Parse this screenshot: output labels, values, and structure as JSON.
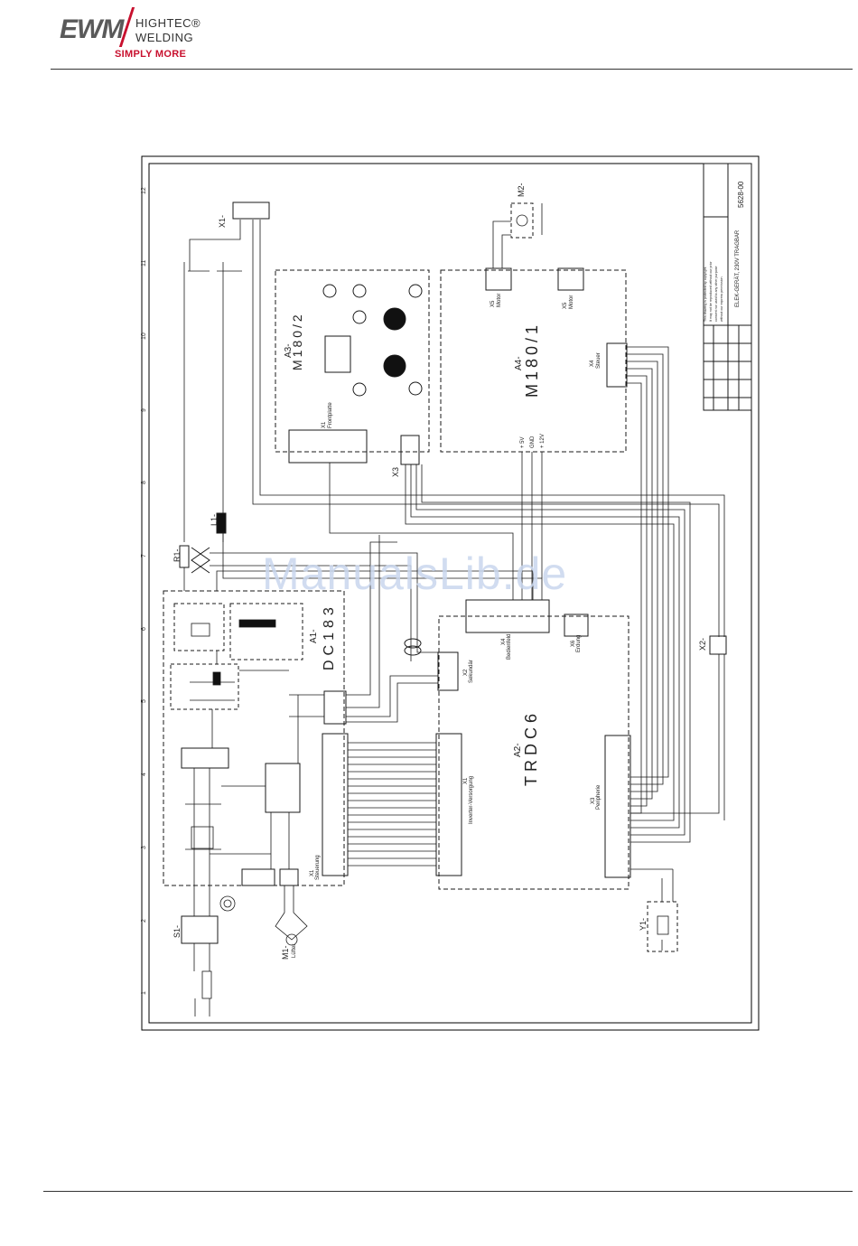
{
  "header": {
    "brand": "EWM",
    "line1": "HIGHTEC®",
    "line2": "WELDING",
    "tagline": "SIMPLY MORE",
    "brand_color": "#c8102e"
  },
  "watermark": "ManualsLib.de",
  "grid_numbers": [
    "1",
    "2",
    "3",
    "4",
    "5",
    "6",
    "7",
    "8",
    "9",
    "10",
    "11",
    "12"
  ],
  "components": {
    "x1": "X1-",
    "m2": "M2-",
    "a3": "A3-",
    "a3_name": "M180/2",
    "a3_x1": "X1",
    "a3_x1b": "Frontplatte",
    "a3_x3": "X3",
    "a4": "A4-",
    "a4_name": "M180/1",
    "a4_x5a": "X5",
    "a4_x5b": "Motor",
    "a4_x5c": "X5",
    "a4_x5d": "Motor",
    "a4_x4a": "X4",
    "a4_x4b": "Steuer",
    "r1": "R1-",
    "l1": "L1-",
    "a1": "A1-",
    "a1_name": "DC183",
    "a1_x1": "X1",
    "a1_x1b": "Steuerung",
    "a2": "A2-",
    "a2_name": "TRDC6",
    "x2": "X2",
    "x2b": "Sekundär",
    "x4": "X4",
    "x4b": "Bedienfeld",
    "x6": "X6",
    "x6b": "Erdung",
    "x1inv": "X1",
    "x1invb": "Inverter-Versorgung",
    "x3": "X3",
    "x3b": "Peripherie",
    "x2m": "X2-",
    "s1": "S1-",
    "m1": "M1-",
    "m1b": "Lüfter",
    "y1": "Y1-",
    "a4_v1": "+ 5V",
    "a4_v2": "GND",
    "a4_v3": "+ 12V"
  },
  "title_block": {
    "drawing_no": "5628-00",
    "title": "ELEK-GERÄT, 230V TRAGBAR",
    "copyright_1": "This drawing is protected by copyright.",
    "copyright_2": "It may not be reproduced without our prior",
    "copyright_3": "consent nor used to any other purpose",
    "copyright_4": "without our express permission."
  },
  "colors": {
    "line": "#1a1a1a",
    "frame": "#000000",
    "brand_red": "#c8102e",
    "watermark": "#c9d7ee"
  }
}
